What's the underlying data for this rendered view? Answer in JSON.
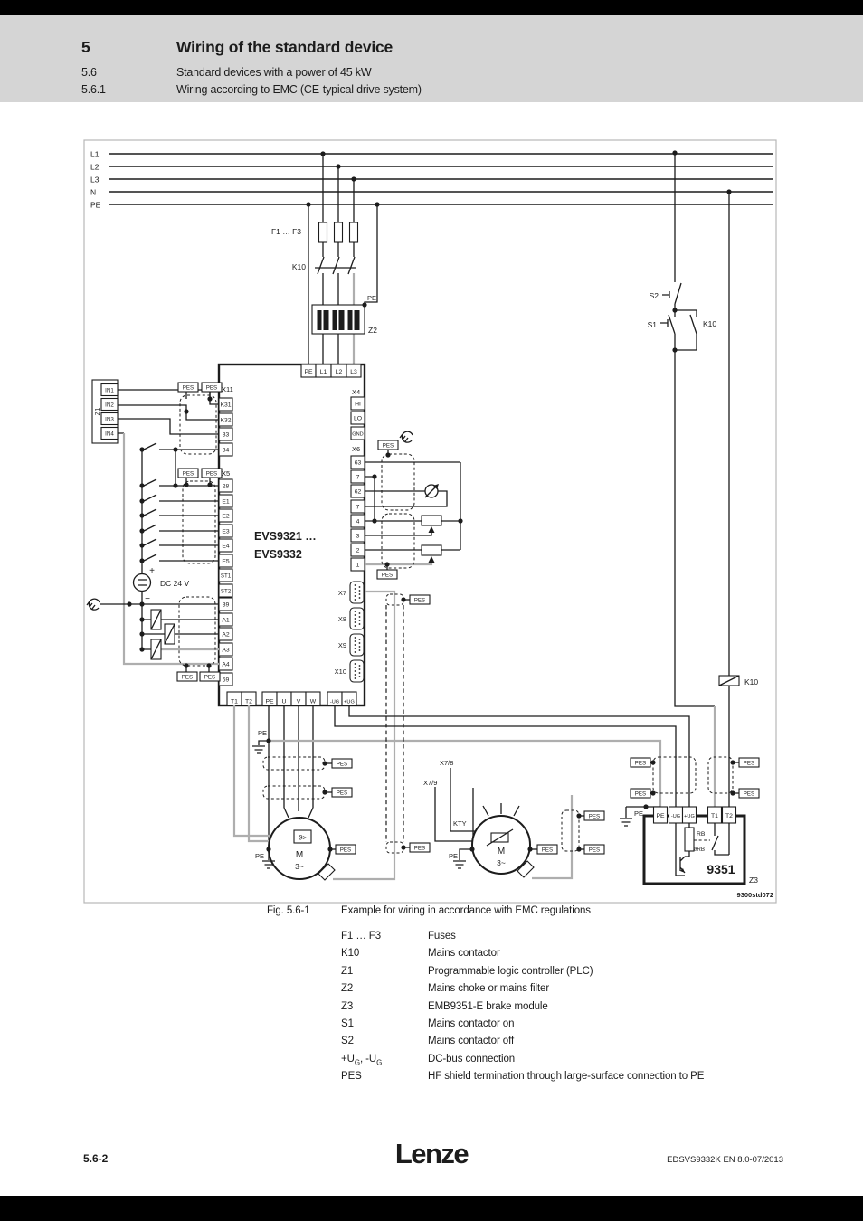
{
  "header": {
    "chapter_num": "5",
    "chapter_title": "Wiring of the standard device",
    "section_num": "5.6",
    "section_title": "Standard devices with a power of 45 kW",
    "subsection_num": "5.6.1",
    "subsection_title": "Wiring according to EMC (CE-typical drive system)"
  },
  "figure": {
    "caption_label": "Fig. 5.6-1",
    "caption_text": "Example for wiring in accordance with EMC regulations",
    "drawing_ref": "9300std072",
    "legend": [
      {
        "key": "F1 … F3",
        "desc": "Fuses"
      },
      {
        "key": "K10",
        "desc": "Mains contactor"
      },
      {
        "key": "Z1",
        "desc": "Programmable logic controller (PLC)"
      },
      {
        "key": "Z2",
        "desc": "Mains choke or mains filter"
      },
      {
        "key": "Z3",
        "desc": "EMB9351-E brake module"
      },
      {
        "key": "S1",
        "desc": "Mains contactor on"
      },
      {
        "key": "S2",
        "desc": "Mains contactor off"
      },
      {
        "key_main": "+U",
        "key_sub": "G",
        "key_mid": ", -U",
        "key_sub2": "G",
        "desc": "DC-bus connection"
      },
      {
        "key": "PES",
        "desc": "HF shield termination through large-surface connection to PE"
      }
    ]
  },
  "footer": {
    "page_number": "5.6-2",
    "brand": "Lenze",
    "doc_code": "EDSVS9332K EN 8.0-07/2013"
  },
  "dg": {
    "l1": "L1",
    "l2": "L2",
    "l3": "L3",
    "n": "N",
    "pe": "PE",
    "pes": "PES",
    "f1f3": "F1 … F3",
    "k10": "K10",
    "s1": "S1",
    "s2": "S2",
    "z1": "Z1",
    "z2": "Z2",
    "z3": "Z3",
    "x11": "X11",
    "k31": "K31",
    "k32": "K32",
    "n33": "33",
    "n34": "34",
    "x5": "X5",
    "n28": "28",
    "e1": "E1",
    "e2": "E2",
    "e3": "E3",
    "e4": "E4",
    "e5": "E5",
    "st1": "ST1",
    "st2": "ST2",
    "n39": "39",
    "a1": "A1",
    "a2": "A2",
    "a3": "A3",
    "a4": "A4",
    "n59": "59",
    "in1": "IN1",
    "in2": "IN2",
    "in3": "IN3",
    "in4": "IN4",
    "dc": "DC 24 V",
    "plus": "+",
    "minus": "−",
    "x4": "X4",
    "hi": "HI",
    "lo": "LO",
    "gnd": "GND",
    "x6": "X6",
    "n63": "63",
    "n7": "7",
    "n62": "62",
    "n4": "4",
    "n3": "3",
    "n2": "2",
    "n1": "1",
    "x7": "X7",
    "x8": "X8",
    "x9": "X9",
    "x10": "X10",
    "x78": "X7/8",
    "x79": "X7/9",
    "kty": "KTY",
    "evs_a": "EVS9321 …",
    "evs_b": "EVS9332",
    "t1": "T1",
    "t2": "T2",
    "u": "U",
    "v": "V",
    "w": "W",
    "mug": "-UG",
    "pug": "+UG",
    "m": "M",
    "m3": "3~",
    "th": "ϑ>",
    "rb": "RB",
    "thrb": "ϑRB",
    "brake": "9351",
    "ref": "9300std072"
  }
}
